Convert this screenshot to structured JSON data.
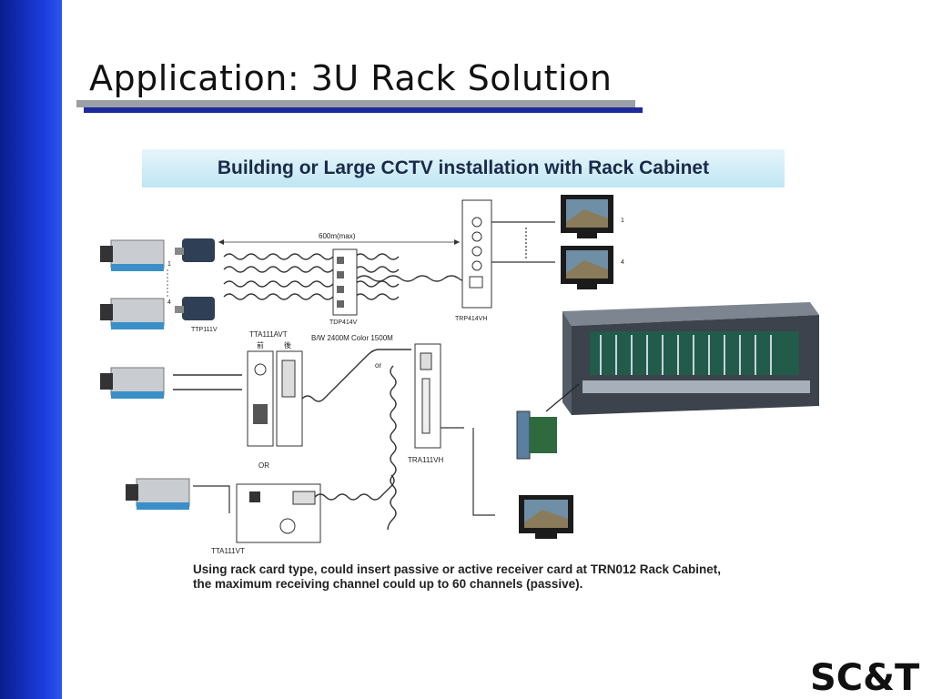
{
  "slide": {
    "title": "Application: 3U Rack Solution",
    "accent_color": "#1a3cdc"
  },
  "diagram": {
    "banner": "Building or Large CCTV installation with Rack Cabinet",
    "labels": {
      "distance": "600m(max)",
      "monitor_1": "1",
      "monitor_4": "4",
      "camera_1": "1",
      "camera_4": "4",
      "ttp": "TTP111V",
      "tdp": "TDP414V",
      "trp": "TRP414VH",
      "tta_avt": "TTA111AVT",
      "front": "前",
      "back": "後",
      "bw_color": "B/W 2400M  Color 1500M",
      "or_1": "or",
      "or_2": "OR",
      "tra": "TRA111VH",
      "tta_vt": "TTA111VT"
    },
    "caption_lines": [
      "Using rack card type, could insert passive or active receiver card at TRN012 Rack Cabinet,",
      "the maximum receiving channel could up to 60 channels (passive)."
    ]
  },
  "logo": {
    "text": "SC&T",
    "color": "#111111"
  }
}
